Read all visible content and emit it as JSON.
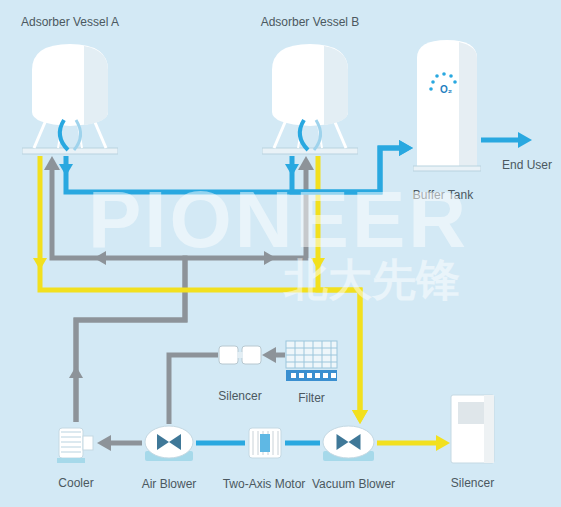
{
  "diagram": {
    "nodes": [
      {
        "text": [
          "Adsorber Vessel A"
        ]
      },
      {
        "text": [
          "Adsorber Vessel B"
        ]
      },
      {
        "text": [
          "Buffer Tank"
        ]
      },
      {
        "text": [
          "Silencer"
        ]
      },
      {
        "text": [
          "Filter"
        ]
      },
      {
        "text": [
          "Cooler"
        ]
      },
      {
        "text": [
          "Air Blower"
        ]
      },
      {
        "text": [
          "Two-Axis Motor"
        ]
      },
      {
        "text": [
          "Vacuum Blower"
        ]
      },
      {
        "text": [
          "Silencer"
        ]
      }
    ],
    "edges": [
      {
        "from": 5,
        "to": 0,
        "arrow": "to"
      },
      {
        "from": 5,
        "to": 1,
        "arrow": "to"
      },
      {
        "from": 0,
        "to": 8,
        "arrow": "to"
      },
      {
        "from": 1,
        "to": 8,
        "arrow": "to"
      },
      {
        "from": 0,
        "to": 2,
        "arrow": "to"
      },
      {
        "from": 1,
        "to": 2,
        "arrow": "to"
      },
      {
        "from": 4,
        "to": 3,
        "arrow": "to"
      },
      {
        "from": 3,
        "to": 6,
        "arrow": "none"
      },
      {
        "from": 6,
        "to": 5,
        "arrow": "to"
      },
      {
        "from": 7,
        "to": 6,
        "arrow": "none"
      },
      {
        "from": 7,
        "to": 8,
        "arrow": "none"
      },
      {
        "from": 8,
        "to": 9,
        "arrow": "to"
      }
    ],
    "labels": [
      "End User",
      "O₂",
      "PIONEER",
      "北大先锋"
    ]
  }
}
